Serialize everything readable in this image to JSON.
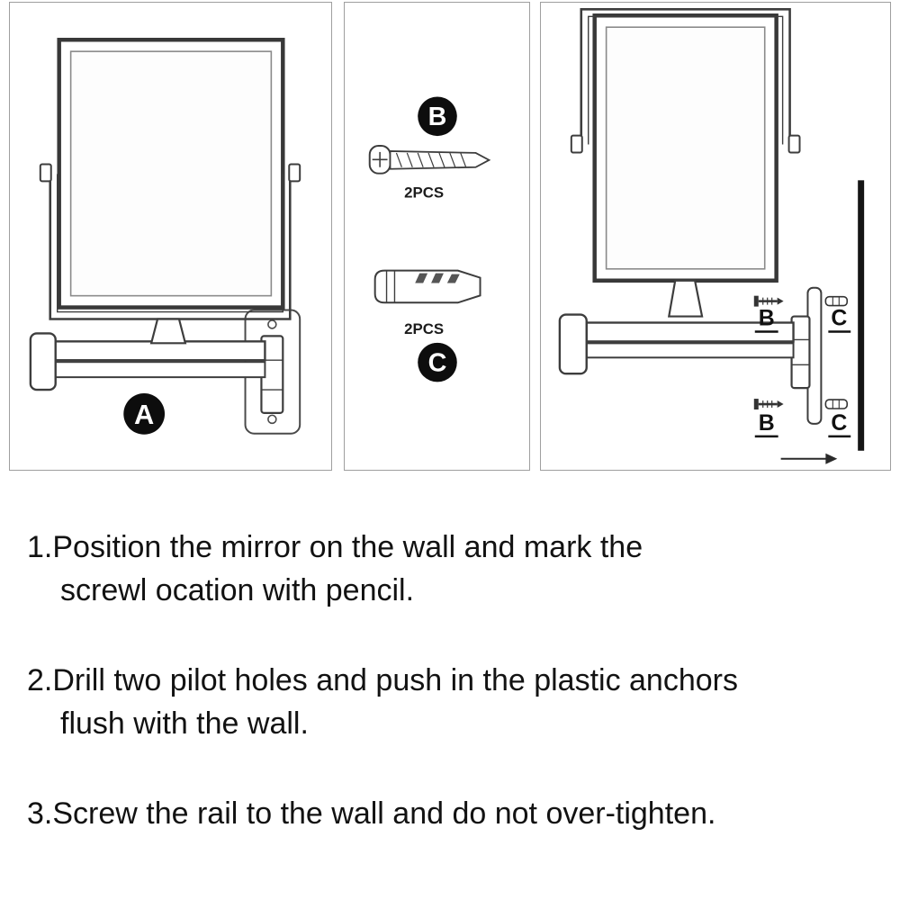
{
  "panel_a": {
    "badge": "A"
  },
  "panel_b": {
    "badge_b": "B",
    "screw_qty": "2PCS",
    "anchor_qty": "2PCS",
    "badge_c": "C"
  },
  "panel_c": {
    "label_b_top": "B",
    "label_c_top": "C",
    "label_b_bottom": "B",
    "label_c_bottom": "C"
  },
  "instructions": [
    {
      "line1": "1.Position the mirror on the wall and mark the",
      "line2": "screwl ocation with pencil."
    },
    {
      "line1": "2.Drill two pilot holes and push in the plastic anchors",
      "line2": "flush with the wall."
    },
    {
      "line1": "3.Screw the rail to the wall and do not over-tighten.",
      "line2": ""
    }
  ],
  "colors": {
    "badge_bg": "#0d0d0d",
    "badge_text": "#ffffff",
    "line_color": "#151515",
    "stroke": "#3d3d3d",
    "panel_border": "#9f9f9f"
  }
}
